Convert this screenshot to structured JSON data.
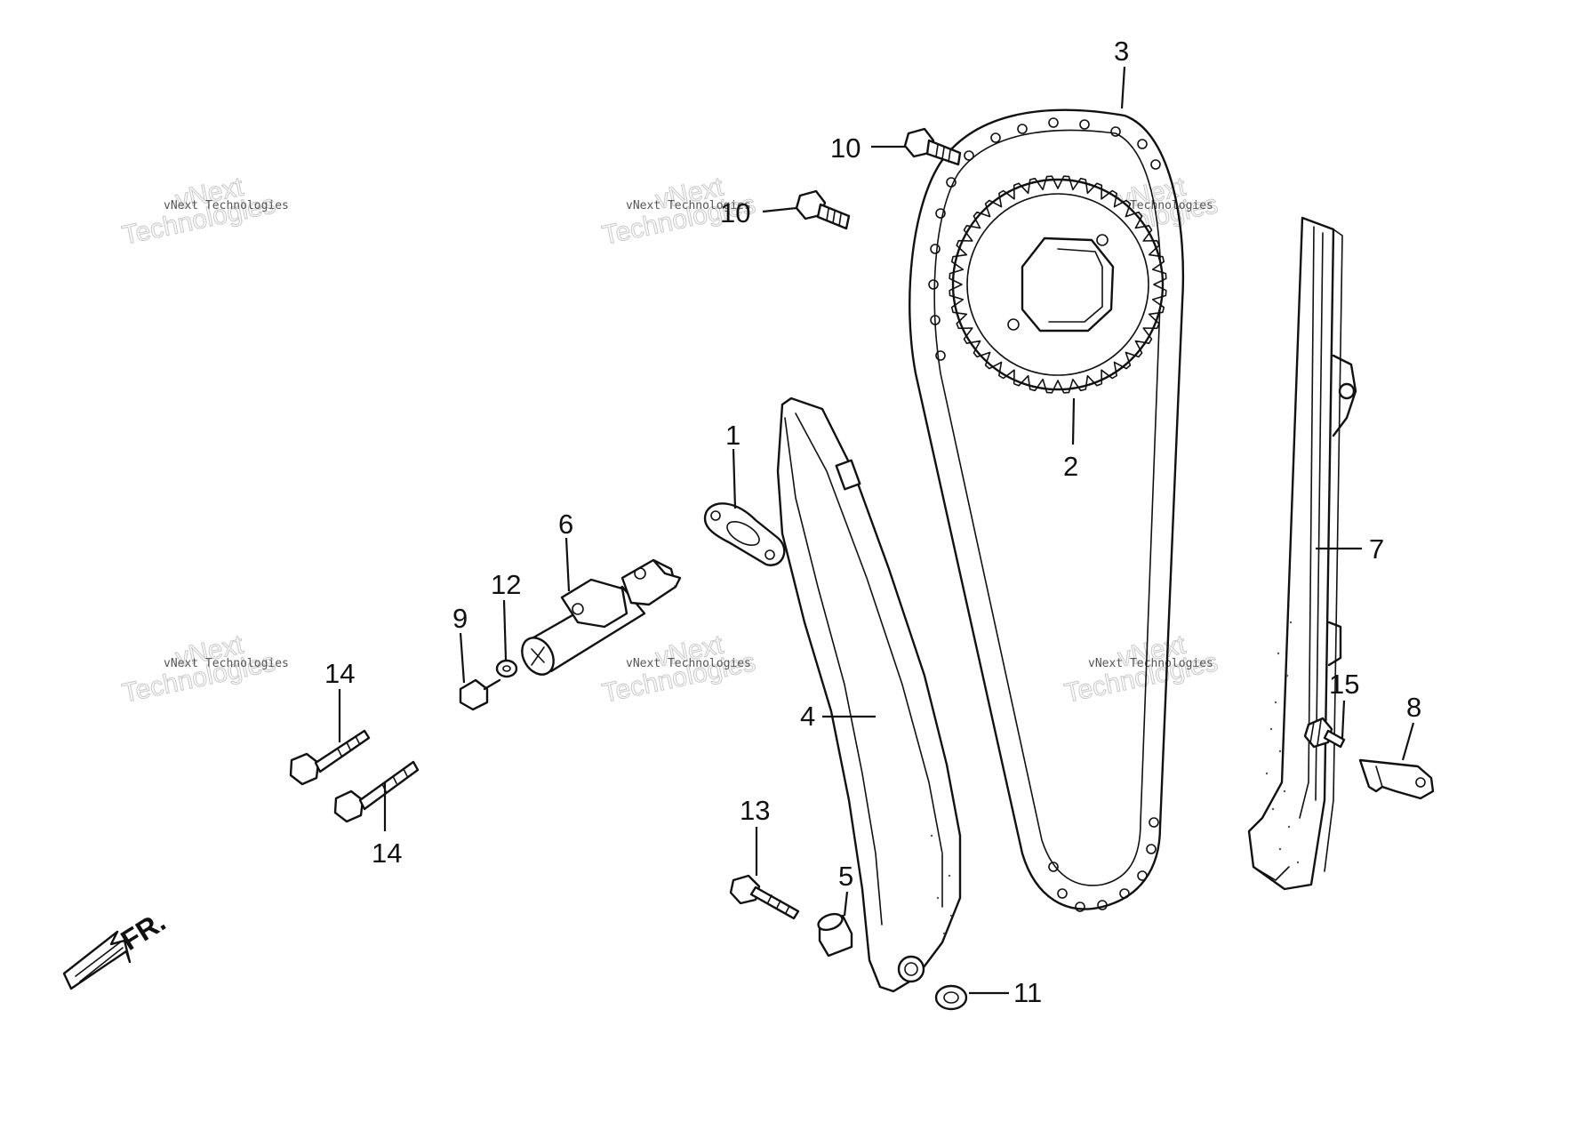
{
  "diagram": {
    "callouts": {
      "c1": "1",
      "c2": "2",
      "c3": "3",
      "c4": "4",
      "c5": "5",
      "c6": "6",
      "c7": "7",
      "c8": "8",
      "c9": "9",
      "c10a": "10",
      "c10b": "10",
      "c11": "11",
      "c12": "12",
      "c13": "13",
      "c14a": "14",
      "c14b": "14",
      "c15": "15"
    },
    "direction_label": "FR.",
    "watermark": {
      "line_small": "vNext Technologies",
      "line_big_1": "vNext",
      "line_big_2": "Technologies"
    },
    "colors": {
      "ink": "#111111",
      "background": "#ffffff",
      "watermark": "#c8c8c8"
    }
  }
}
